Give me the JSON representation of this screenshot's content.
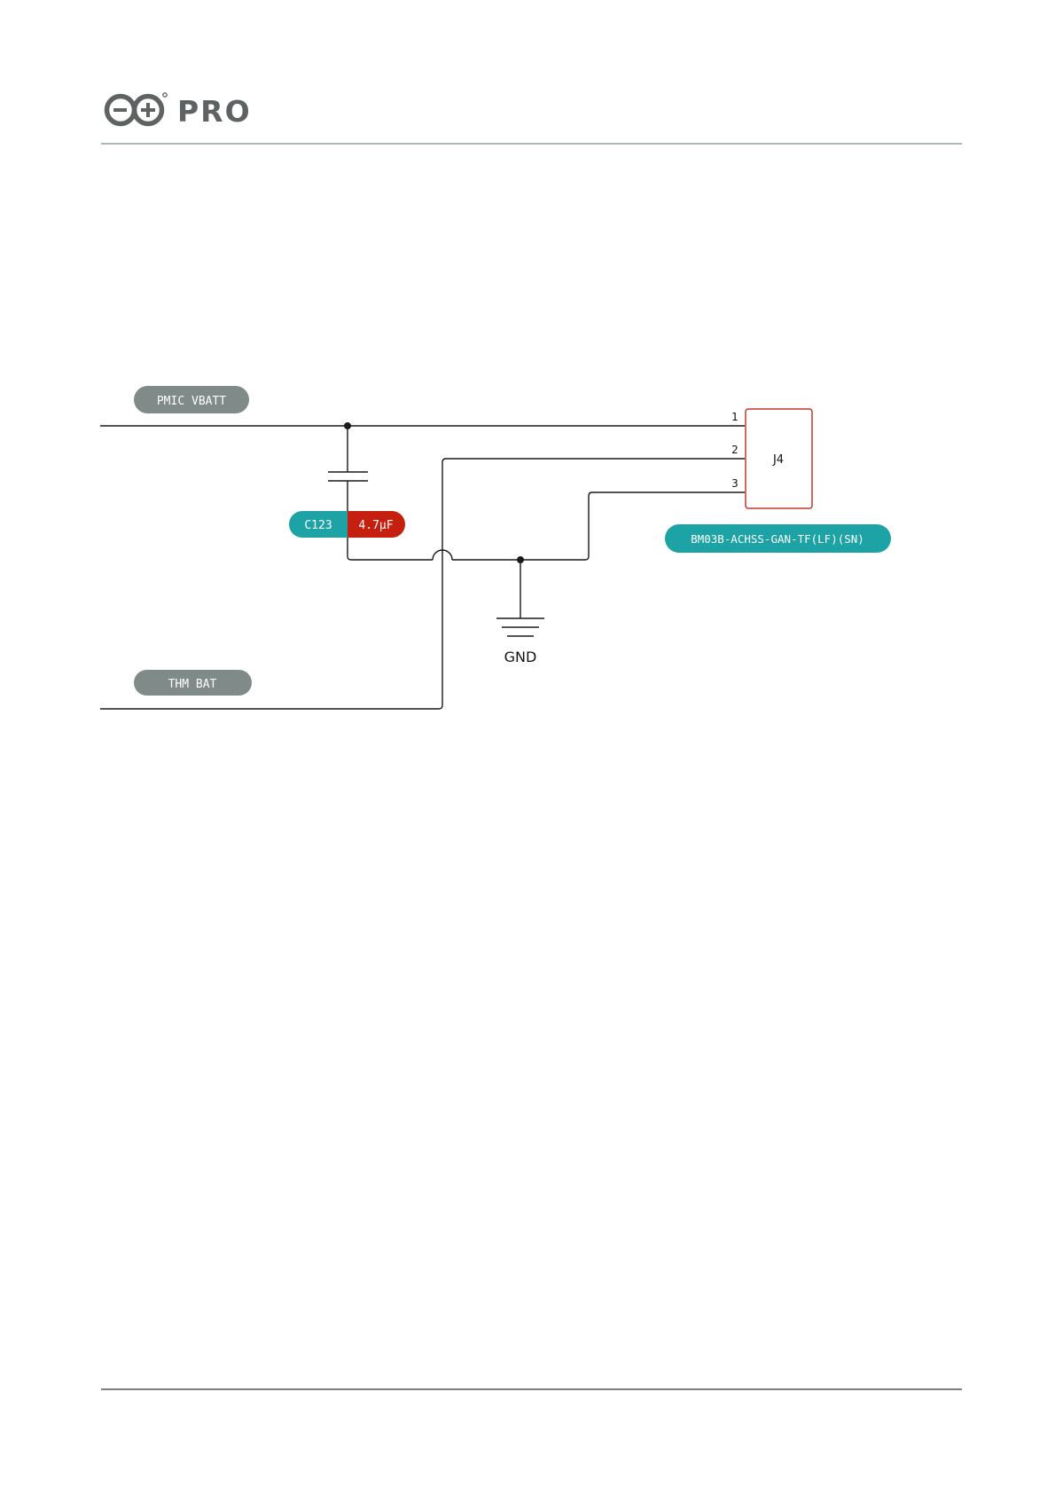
{
  "header": {
    "logo_text": "PRO",
    "rule_color": "#8fa5a0"
  },
  "colors": {
    "wire": "#1a1a1a",
    "net_label_bg": "#7f8a89",
    "teal": "#1da3a6",
    "red": "#c5200f",
    "connector_outline": "#c0392b",
    "logo_gray": "#5f6263"
  },
  "nets": {
    "pmic_vbatt": "PMIC VBATT",
    "thm_bat": "THM BAT",
    "gnd": "GND"
  },
  "capacitor": {
    "ref": "C123",
    "value": "4.7µF"
  },
  "connector": {
    "ref": "J4",
    "part_number": "BM03B-ACHSS-GAN-TF(LF)(SN)",
    "pins": [
      "1",
      "2",
      "3"
    ]
  }
}
